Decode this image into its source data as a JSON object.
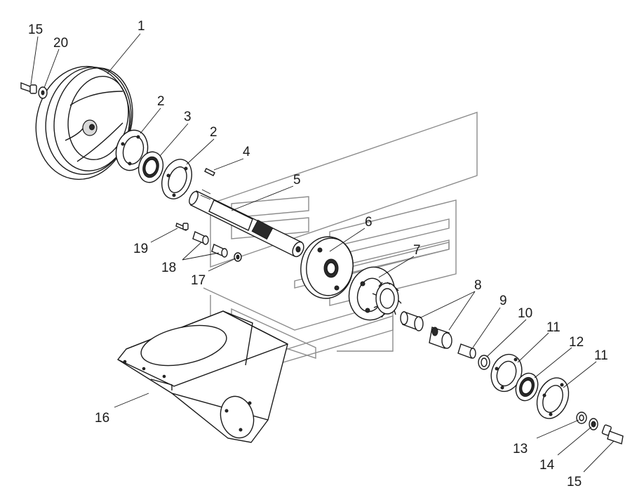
{
  "callouts": {
    "p1": "1",
    "p2a": "2",
    "p2b": "2",
    "p3": "3",
    "p4": "4",
    "p5": "5",
    "p6": "6",
    "p7": "7",
    "p8": "8",
    "p9": "9",
    "p10": "10",
    "p11a": "11",
    "p11b": "11",
    "p12": "12",
    "p13": "13",
    "p14": "14",
    "p15a": "15",
    "p15b": "15",
    "p16": "16",
    "p17": "17",
    "p18": "18",
    "p19": "19",
    "p20": "20"
  }
}
